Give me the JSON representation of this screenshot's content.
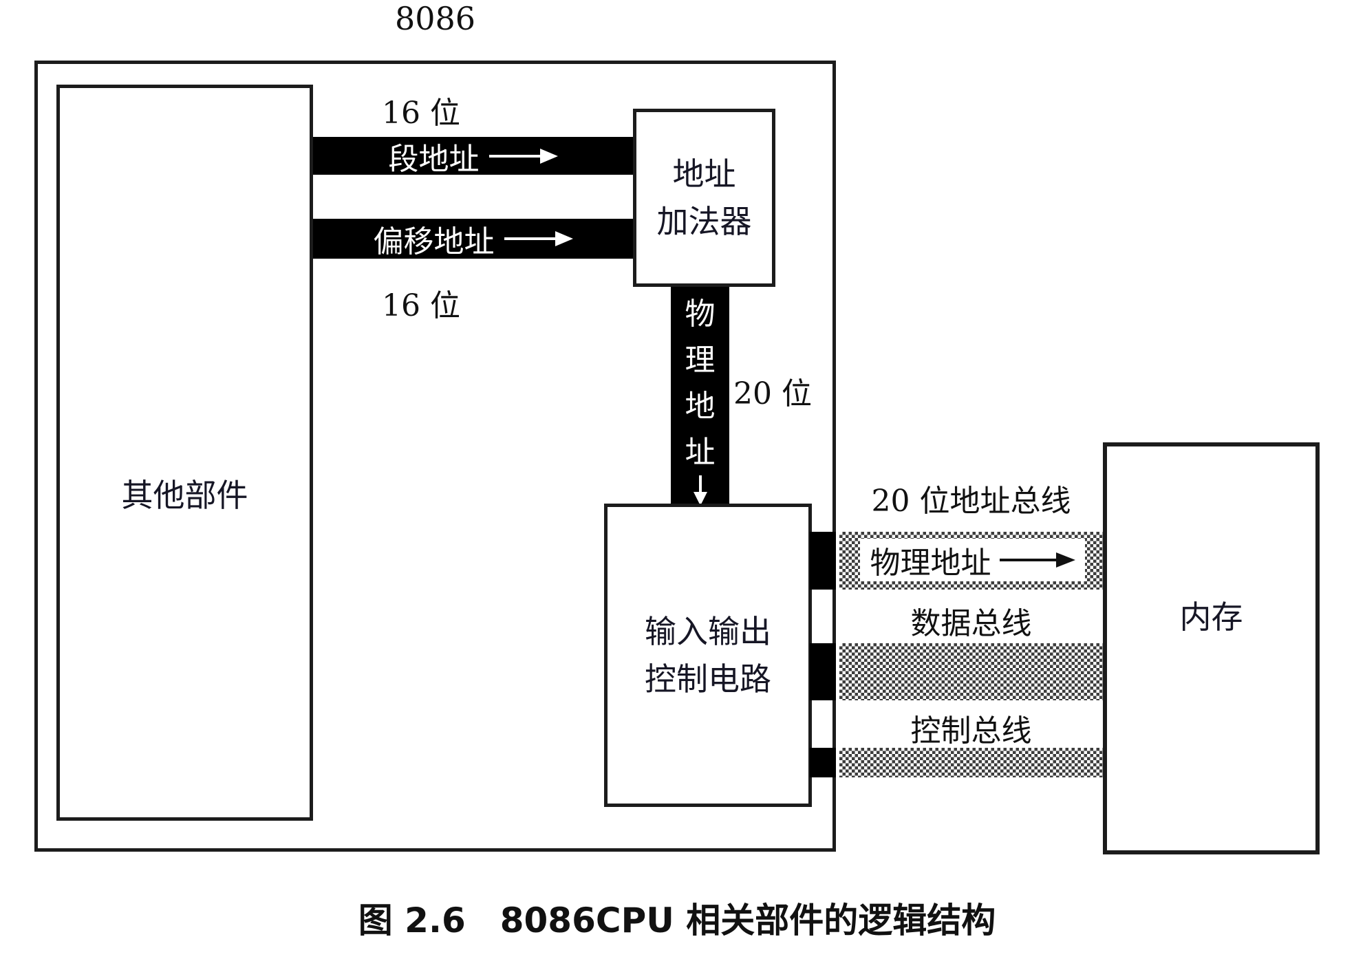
{
  "page": {
    "title": "8086",
    "caption": "图 2.6　8086CPU 相关部件的逻辑结构"
  },
  "cpu": {
    "other_unit_label": "其他部件",
    "adder": {
      "line1": "地址",
      "line2": "加法器"
    },
    "io_circuit": {
      "line1": "输入输出",
      "line2": "控制电路"
    }
  },
  "memory": {
    "label": "内存"
  },
  "internal_buses": {
    "segment": {
      "label": "段地址",
      "width_label": "16 位"
    },
    "offset": {
      "label": "偏移地址",
      "width_label": "16 位"
    },
    "physical": {
      "label": "物理地址",
      "width_label": "20 位"
    }
  },
  "external_buses": {
    "address": {
      "title": "20 位地址总线",
      "inner_label": "物理地址"
    },
    "data": {
      "title": "数据总线"
    },
    "control": {
      "title": "控制总线"
    }
  },
  "colors": {
    "bus_black": "#000000",
    "box_border": "#1c1c1c",
    "hatch_gray": "#3d3d3d",
    "background": "#ffffff"
  }
}
